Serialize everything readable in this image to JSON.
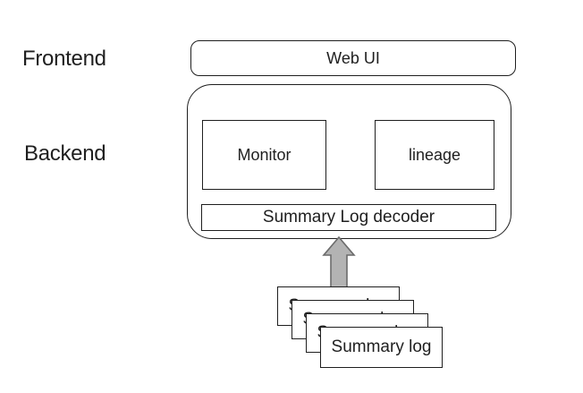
{
  "layers": {
    "frontend_label": "Frontend",
    "backend_label": "Backend"
  },
  "nodes": {
    "web_ui": "Web UI",
    "monitor": "Monitor",
    "lineage": "lineage",
    "decoder": "Summary Log decoder"
  },
  "stack": {
    "items": [
      {
        "label": "Summary log"
      },
      {
        "label": "Summary log"
      },
      {
        "label": "Summary log"
      },
      {
        "label": "Summary log"
      }
    ]
  },
  "icons": {
    "flow_arrow": "up-arrow"
  },
  "colors": {
    "background": "#ffffff",
    "line": "#1f1f1f",
    "text": "#1f1f1f",
    "arrow_fill": "#b3b3b3",
    "arrow_stroke": "#6b6b6b"
  }
}
